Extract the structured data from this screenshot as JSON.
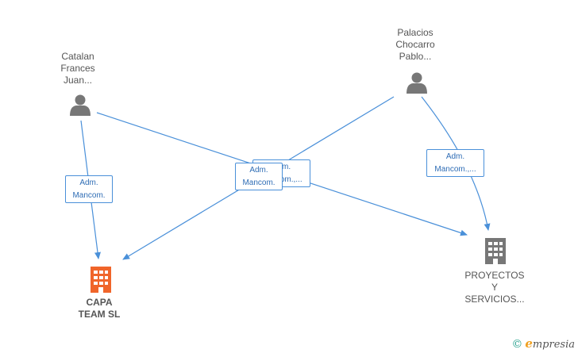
{
  "persons": [
    {
      "id": "catalan",
      "label": "Catalan\nFrances\nJuan..."
    },
    {
      "id": "palacios",
      "label": "Palacios\nChocarro\nPablo..."
    }
  ],
  "companies": [
    {
      "id": "capa",
      "label": "CAPA\nTEAM  SL",
      "color": "#f0652a"
    },
    {
      "id": "proyectos",
      "label": "PROYECTOS\nY\nSERVICIOS...",
      "color": "#777777"
    }
  ],
  "edges": [
    {
      "from": "catalan",
      "to": "capa",
      "label": "Adm.\nMancom."
    },
    {
      "from": "catalan",
      "to": "proyectos",
      "label": "Adm.\nMancom.,..."
    },
    {
      "from": "palacios",
      "to": "capa",
      "label": "Adm.\nMancom."
    },
    {
      "from": "palacios",
      "to": "proyectos",
      "label": "Adm.\nMancom.,..."
    }
  ],
  "colors": {
    "edge": "#4a90d9",
    "person_icon": "#777777"
  },
  "brand": {
    "copyright": "©",
    "initial": "e",
    "name": "mpresia"
  }
}
